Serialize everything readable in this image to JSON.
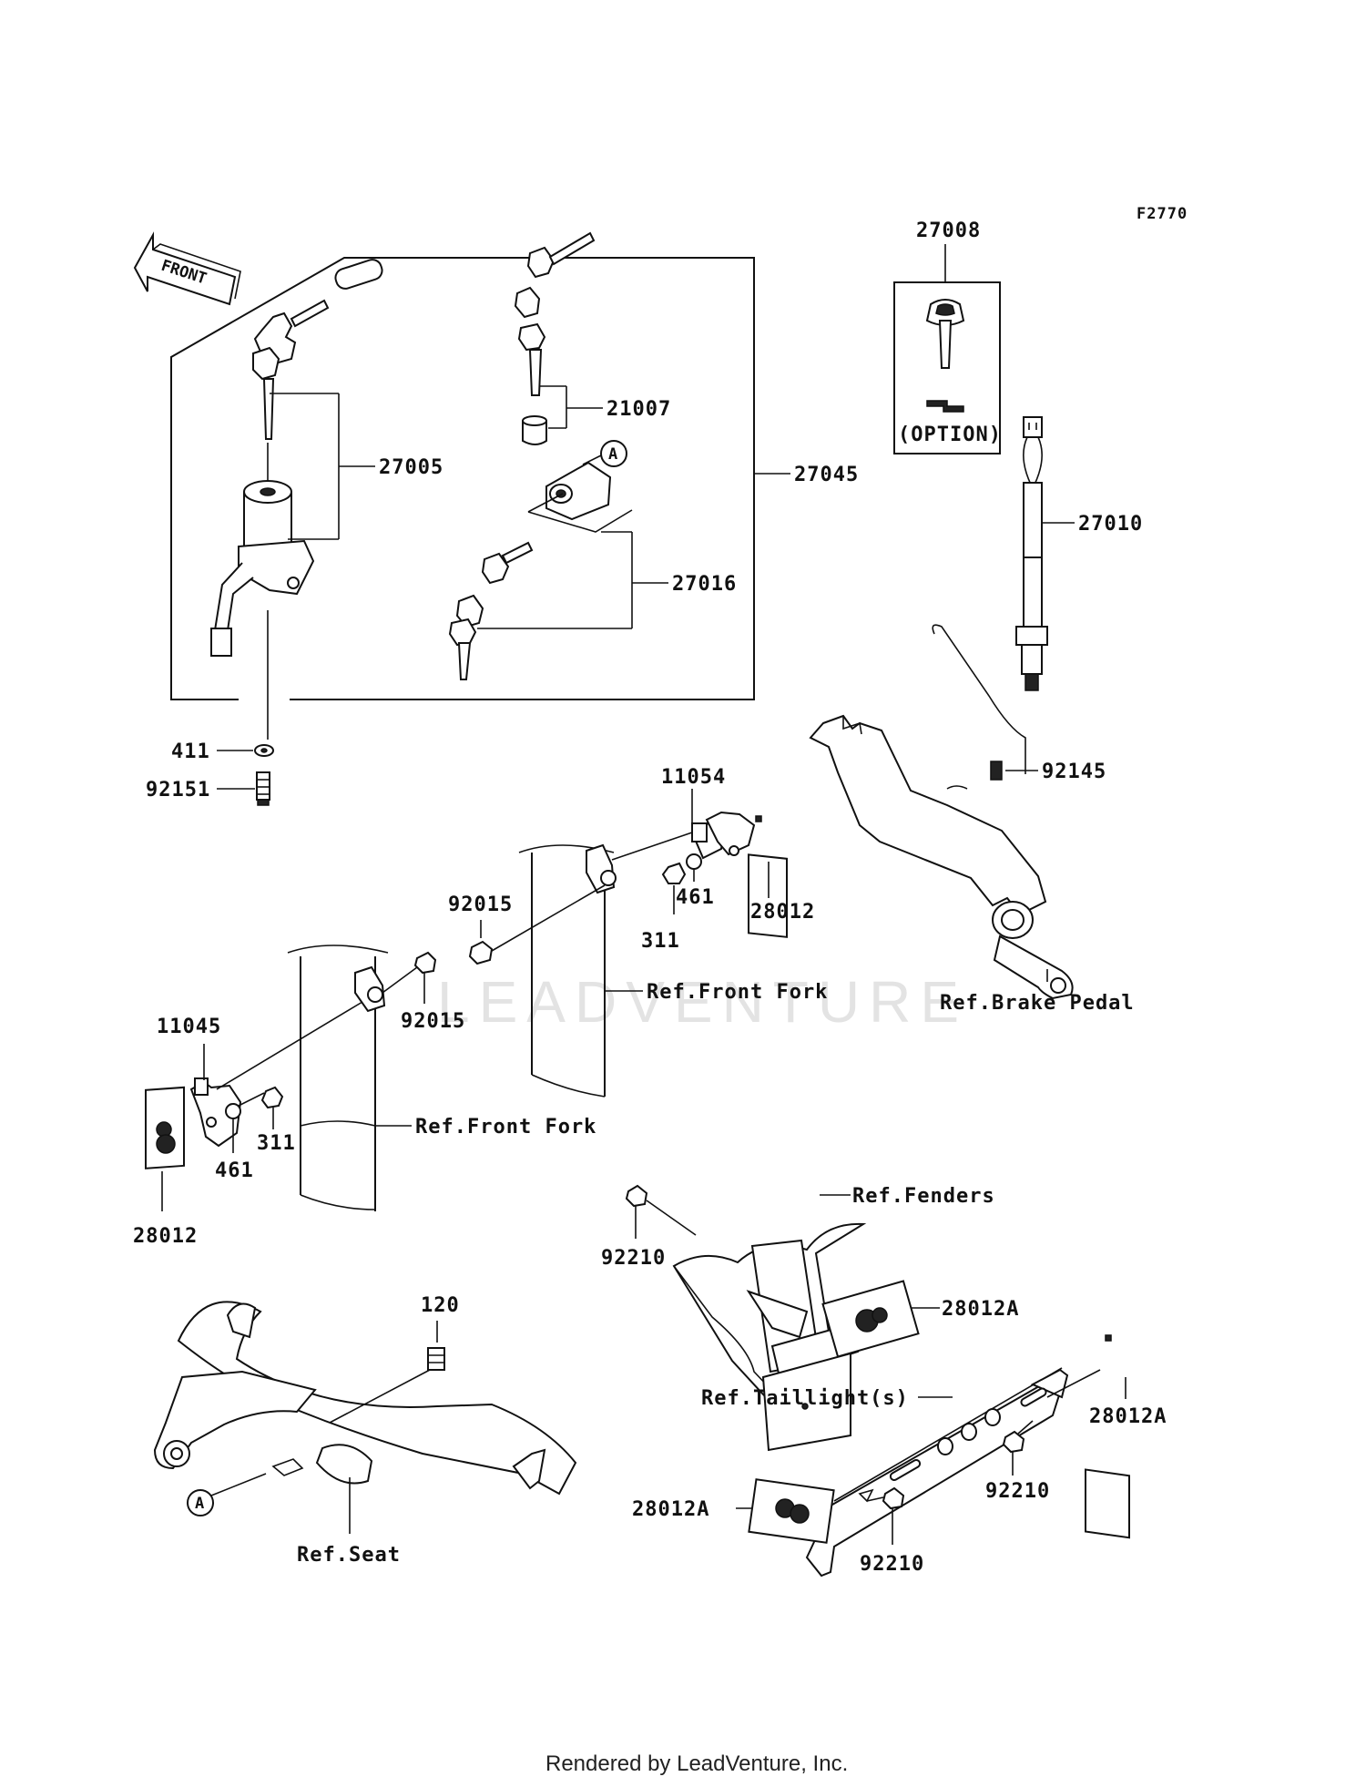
{
  "figure_code": "F2770",
  "front_label": "FRONT",
  "watermark": "LEADVENTURE",
  "footer": "Rendered by LeadVenture, Inc.",
  "parts": {
    "p27008": "27008",
    "option": "(OPTION)",
    "p21007": "21007",
    "p27005": "27005",
    "p27045": "27045",
    "p27016": "27016",
    "p27010": "27010",
    "p411": "411",
    "p92151": "92151",
    "p11054": "11054",
    "p92145": "92145",
    "p92015_a": "92015",
    "p461_a": "461",
    "p311_a": "311",
    "p28012_a": "28012",
    "p92015_b": "92015",
    "p11045": "11045",
    "p461_b": "461",
    "p311_b": "311",
    "p28012_b": "28012",
    "p92210_a": "92210",
    "p28012A_a": "28012A",
    "p120": "120",
    "p28012A_b": "28012A",
    "p92210_b": "92210",
    "p28012A_c": "28012A",
    "p92210_c": "92210",
    "ref_A_top": "A",
    "ref_A_bottom": "A"
  },
  "refs": {
    "front_fork_1": "Ref.Front Fork",
    "brake_pedal": "Ref.Brake Pedal",
    "front_fork_2": "Ref.Front Fork",
    "fenders": "Ref.Fenders",
    "taillights": "Ref.Taillight(s)",
    "seat": "Ref.Seat"
  }
}
